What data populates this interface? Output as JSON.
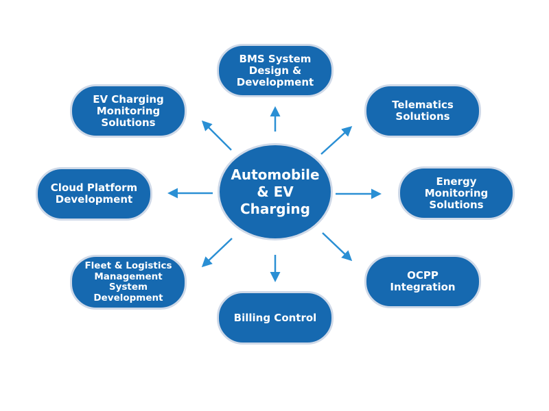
{
  "diagram": {
    "center": {
      "label": "Automobile\n& EV\nCharging"
    },
    "nodes": {
      "bms": "BMS System\nDesign &\nDevelopment",
      "ev_monitoring": "EV Charging\nMonitoring\nSolutions",
      "telematics": "Telematics\nSolutions",
      "cloud": "Cloud Platform\nDevelopment",
      "energy": "Energy\nMonitoring\nSolutions",
      "fleet": "Fleet & Logistics\nManagement\nSystem\nDevelopment",
      "ocpp": "OCPP\nIntegration",
      "billing": "Billing Control"
    },
    "colors": {
      "node_fill": "#1669b0",
      "node_border": "#cfd9e8",
      "arrow": "#2a8fd4",
      "text": "#ffffff"
    }
  }
}
